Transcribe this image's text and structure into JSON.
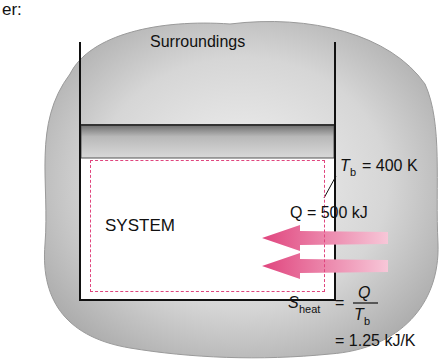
{
  "diagram": {
    "nodes": [
      {
        "text": [
          "Surroundings"
        ]
      },
      {
        "text": [
          "SYSTEM"
        ],
        "in": 0
      }
    ],
    "labels": [
      "er:",
      "T",
      "b",
      "= 400 K",
      "Q = 500 kJ",
      "S",
      "heat",
      "=",
      "Q",
      "T",
      "b",
      "= 1.25 kJ/K"
    ]
  }
}
